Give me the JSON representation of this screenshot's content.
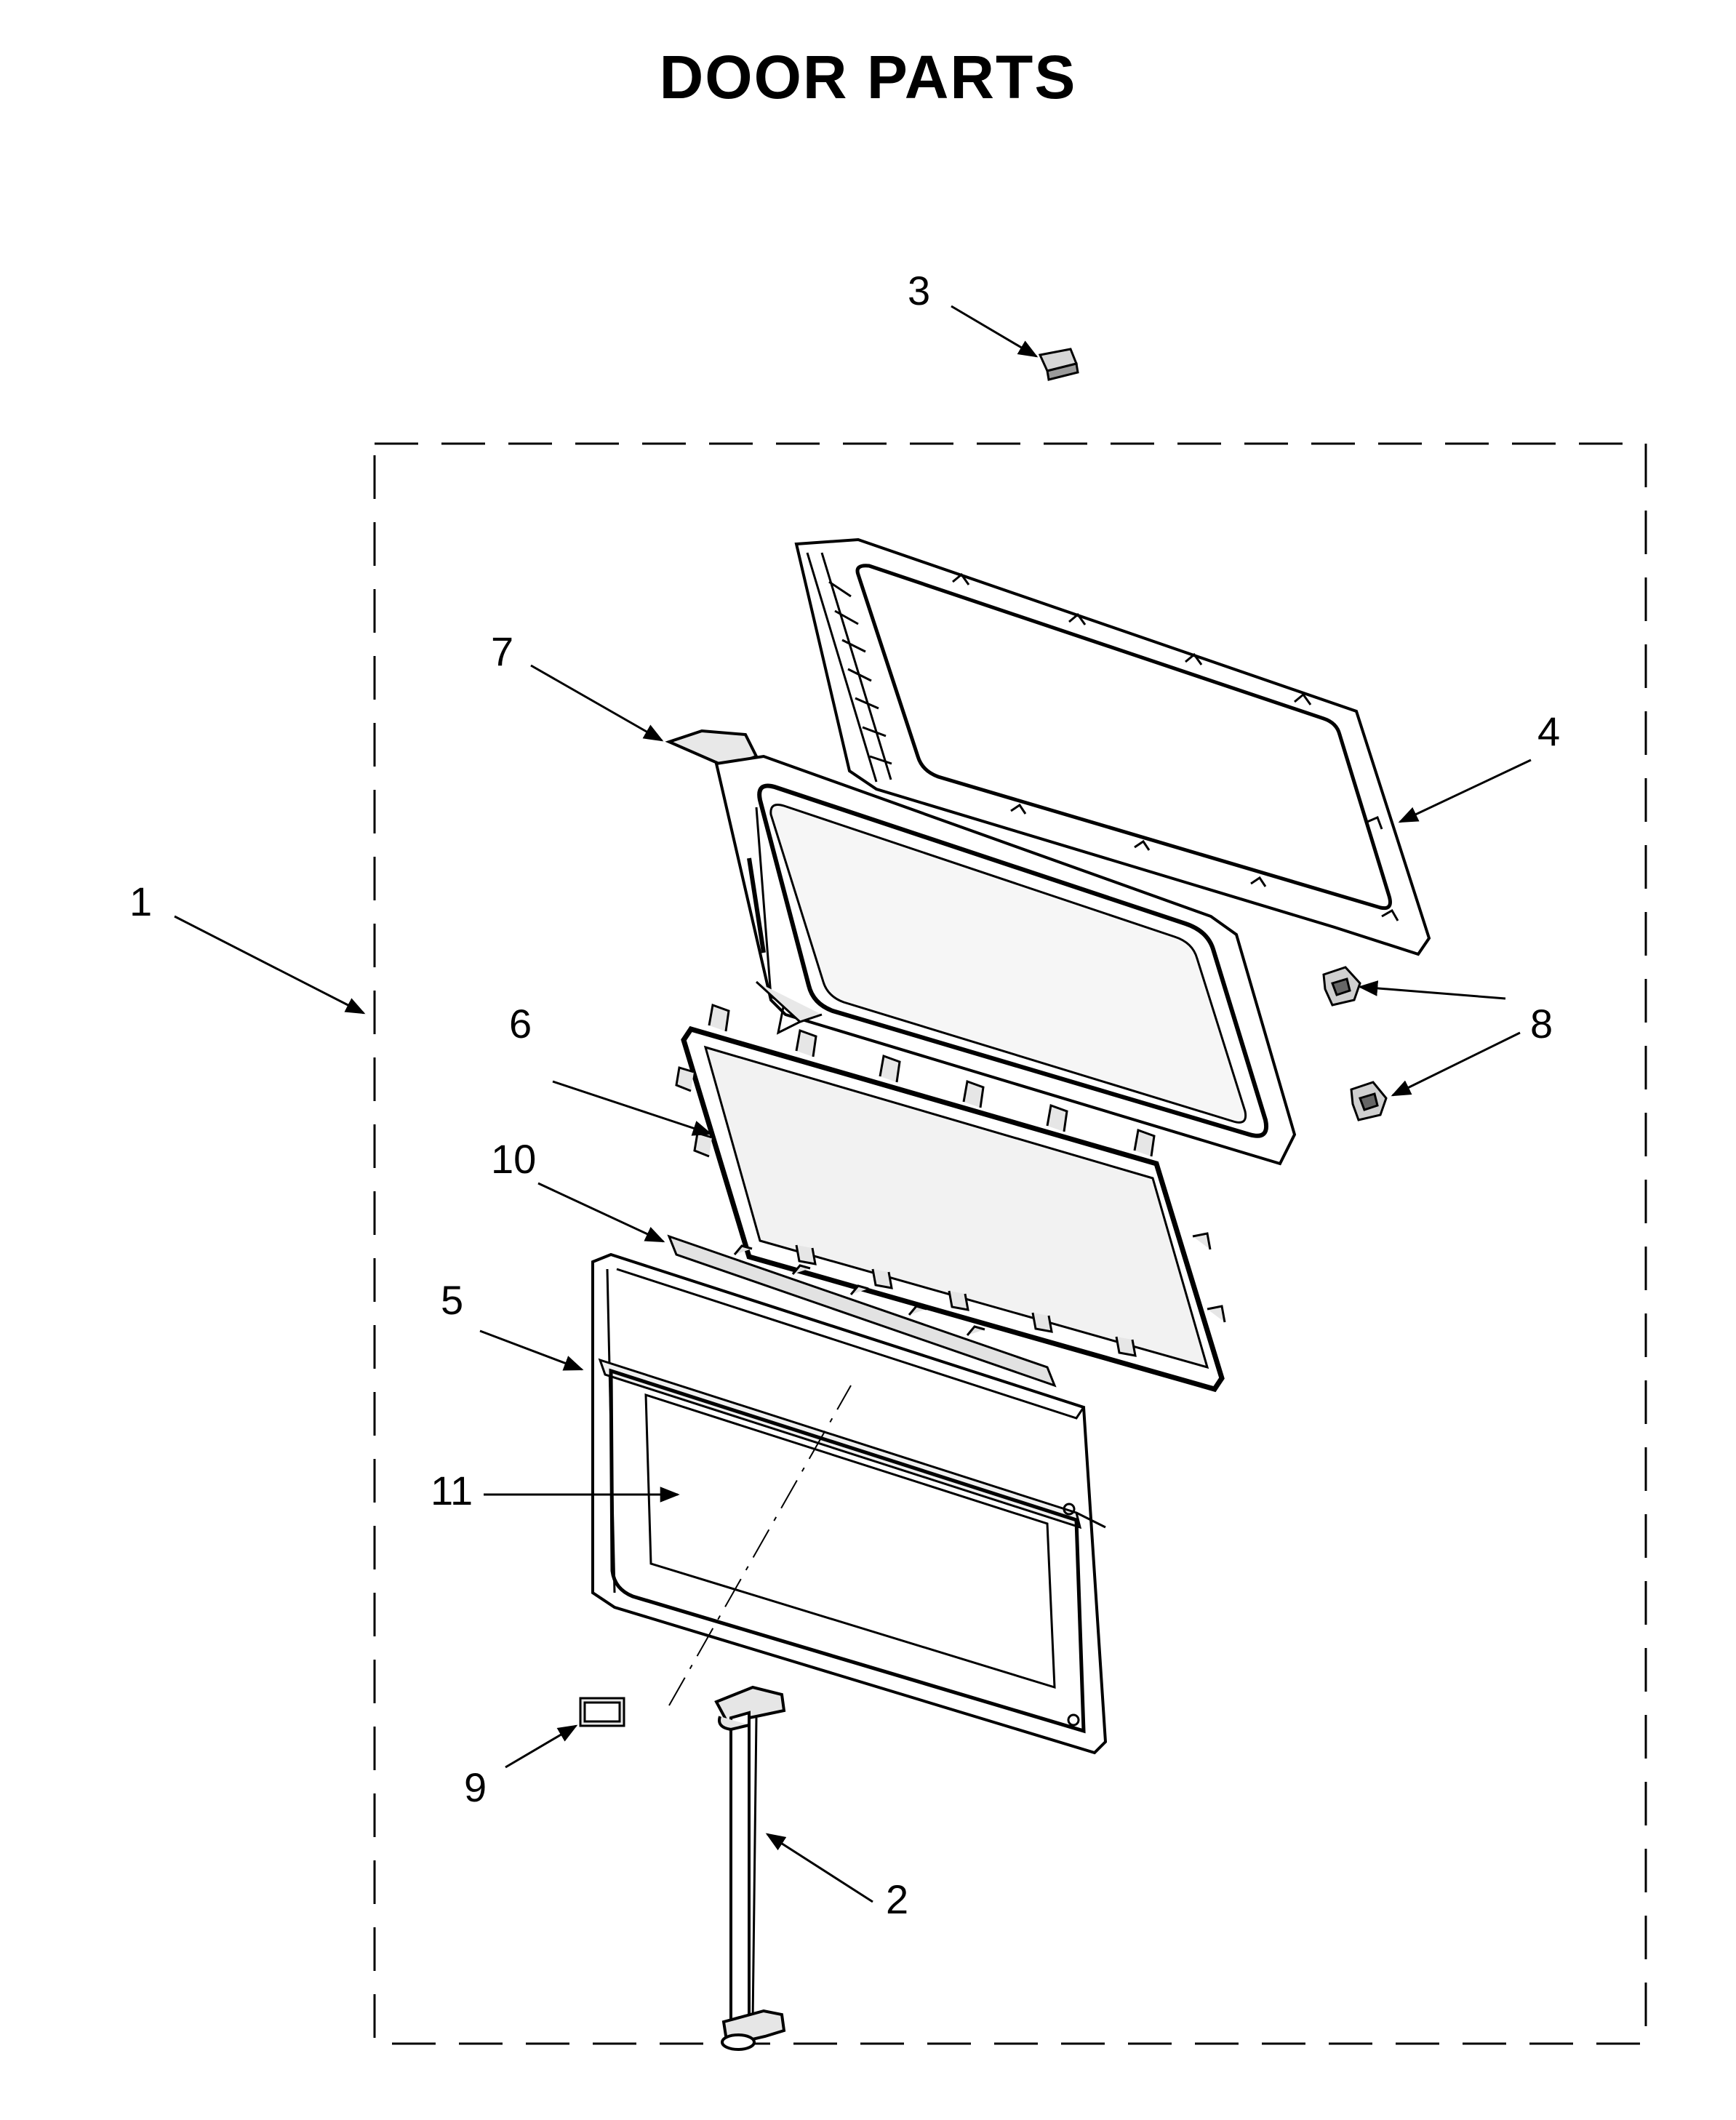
{
  "title": "DOOR PARTS",
  "callouts": [
    {
      "id": "1",
      "label": "1"
    },
    {
      "id": "2",
      "label": "2"
    },
    {
      "id": "3",
      "label": "3"
    },
    {
      "id": "4",
      "label": "4"
    },
    {
      "id": "5",
      "label": "5"
    },
    {
      "id": "6",
      "label": "6"
    },
    {
      "id": "7",
      "label": "7"
    },
    {
      "id": "8",
      "label": "8"
    },
    {
      "id": "9",
      "label": "9"
    },
    {
      "id": "10",
      "label": "10"
    },
    {
      "id": "11",
      "label": "11"
    }
  ]
}
